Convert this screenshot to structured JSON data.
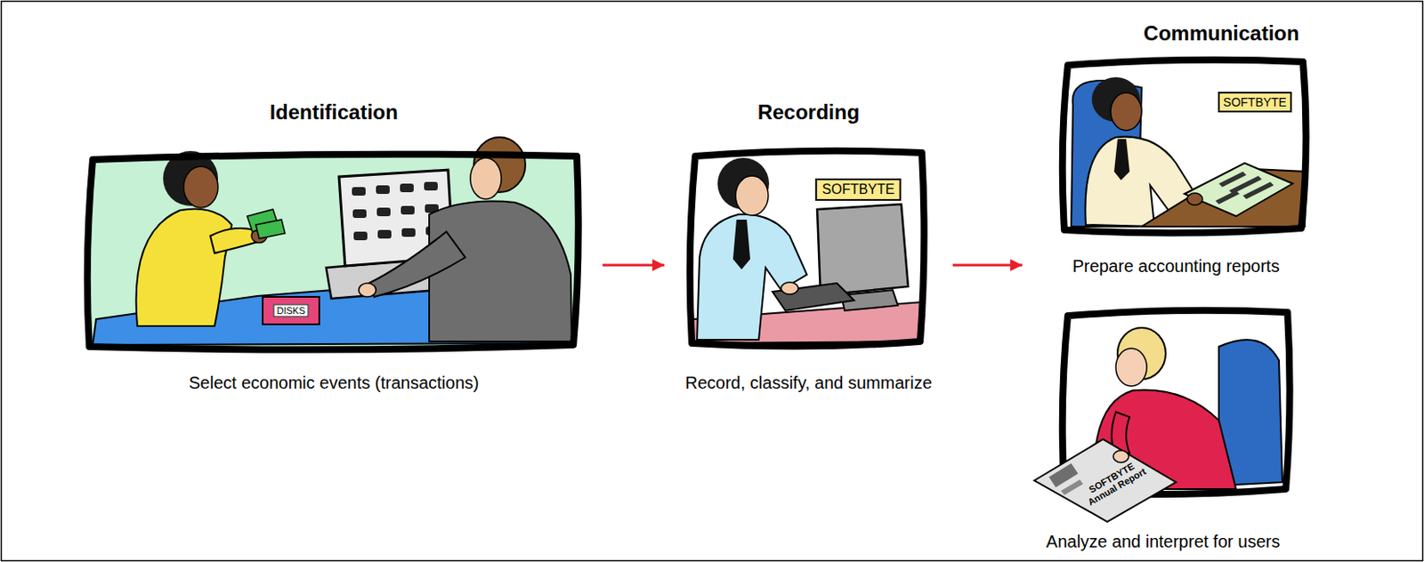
{
  "diagram": {
    "nodes": [
      {
        "text": [
          "Identification",
          "Select economic events (transactions)"
        ]
      },
      {
        "text": [
          "Recording",
          "Record, classify, and summarize"
        ]
      },
      {
        "text": [
          "Communication",
          "Prepare accounting reports"
        ]
      },
      {
        "text": [
          "Analyze and interpret for users"
        ]
      }
    ],
    "edges": [
      {
        "from": 0,
        "to": 1,
        "arrow": "to"
      },
      {
        "from": 1,
        "to": 2,
        "arrow": "to"
      }
    ],
    "labels": [
      "DISKS",
      "SOFTBYTE",
      "SOFTBYTE",
      "SOFTBYTE Annual Report"
    ]
  }
}
